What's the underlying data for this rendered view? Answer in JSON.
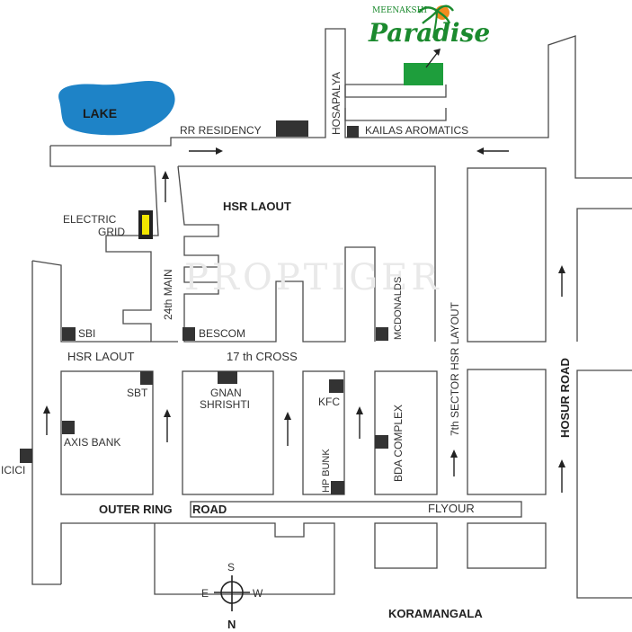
{
  "colors": {
    "road_line": "#4a4a4a",
    "landmark": "#333333",
    "project": "#1e9e3c",
    "brand": "#1b8a2e",
    "lake": "#1e83c7",
    "electric_grid": "#f2e600",
    "watermark": "#e9e9e9"
  },
  "brand": {
    "small": "MEENAKSHI",
    "name": "Paradise"
  },
  "watermark": "PROPTIGER",
  "labels": {
    "lake": "LAKE",
    "rr_residency": "RR RESIDENCY",
    "hosapalya": "HOSAPALYA",
    "kailas_aromatics": "KAILAS AROMATICS",
    "electric": "ELECTRIC",
    "grid": "GRID",
    "hsr_laout_top": "HSR LAOUT",
    "main_24th": "24th MAIN",
    "sbi": "SBI",
    "bescom": "BESCOM",
    "mcdonalds": "MCDONALDS",
    "sector_7th": "7th SECTOR HSR LAYOUT",
    "hosur_road": "HOSUR ROAD",
    "hsr_laout_left": "HSR LAOUT",
    "cross_17th": "17 th CROSS",
    "sbt": "SBT",
    "gnan": "GNAN",
    "shrishti": "SHRISHTI",
    "kfc": "KFC",
    "bda_complex": "BDA COMPLEX",
    "axis_bank": "AXIS BANK",
    "hp_bunk": "HP BUNK",
    "icici": "ICICI",
    "outer_ring": "OUTER RING",
    "road": "ROAD",
    "flyour": "FLYOUR",
    "koramangala": "KORAMANGALA"
  },
  "compass": {
    "north": "N",
    "south": "S",
    "east": "E",
    "west": "W"
  },
  "icons": {
    "landmark": "landmark-square-icon",
    "project": "project-site-icon",
    "arrow": "direction-arrow-icon",
    "compass": "compass-rose-icon"
  }
}
